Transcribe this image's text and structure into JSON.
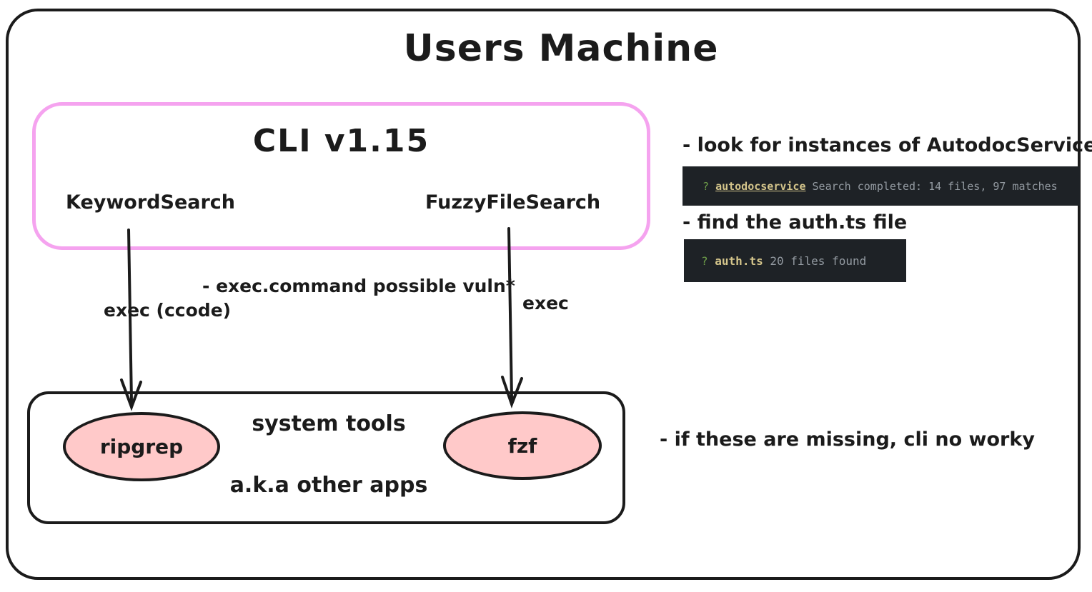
{
  "machine": {
    "title": "Users Machine"
  },
  "cli_box": {
    "title": "CLI v1.15",
    "modules": [
      {
        "label": "KeywordSearch"
      },
      {
        "label": "FuzzyFileSearch"
      }
    ]
  },
  "arrows": {
    "vuln_note": "- exec.command possible vuln*",
    "left_label": "exec (ccode)",
    "right_label": "exec"
  },
  "system_box": {
    "title": "system tools",
    "subtitle": "a.k.a other apps",
    "tools": [
      {
        "label": "ripgrep"
      },
      {
        "label": "fzf"
      }
    ]
  },
  "notes": {
    "autodoc": "- look for instances of AutodocService",
    "authts": "- find the auth.ts file",
    "missing": "- if these are missing, cli no worky"
  },
  "terminal_autodoc": {
    "prompt": "?",
    "query": "autodocservice",
    "result": "Search completed: 14 files, 97 matches"
  },
  "terminal_authts": {
    "prompt": "?",
    "query": "auth.ts",
    "result": "20 files found"
  },
  "colors": {
    "outline": "#1b1b1b",
    "cli_box_border": "#f5a3ef",
    "tool_ellipse_fill": "#ffc9c9",
    "terminal_background": "#1e2226",
    "terminal_prompt_green": "#6e9e49",
    "terminal_query_tan": "#d4c58b",
    "terminal_result_gray": "#949ba2"
  }
}
